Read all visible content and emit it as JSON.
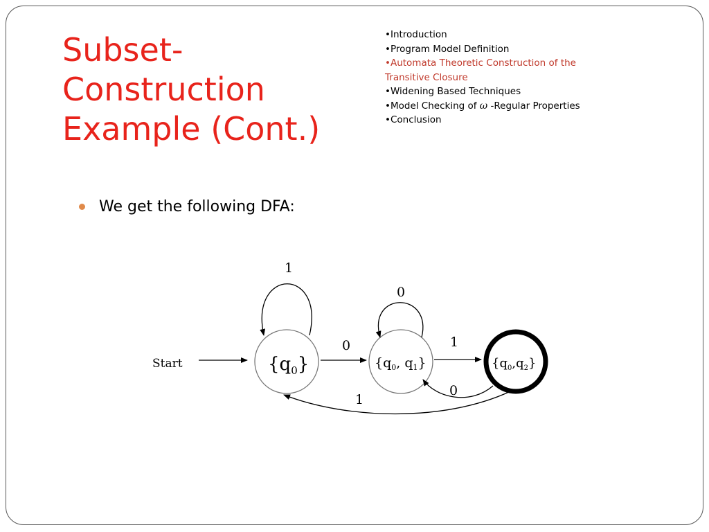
{
  "slide": {
    "title": "Subset-\nConstruction\nExample (Cont.)",
    "outline": [
      {
        "text": "•Introduction",
        "active": false
      },
      {
        "text": "•Program Model Definition",
        "active": false
      },
      {
        "text": "•Automata Theoretic Construction of the Transitive Closure",
        "active": true
      },
      {
        "text": "•Widening Based Techniques",
        "active": false
      },
      {
        "text": "•Model Checking of ",
        "omega": "ω",
        "suffix": " -Regular Properties",
        "active": false
      },
      {
        "text": "•Conclusion",
        "active": false
      }
    ],
    "bullet": "We get the following DFA:"
  },
  "colors": {
    "title": "#e8231b",
    "active_outline": "#c0392b",
    "bullet": "#e08a4a"
  },
  "dfa": {
    "start_label": "Start",
    "states": [
      {
        "base": "{q",
        "sub": "0",
        "close": "}",
        "accepting": false
      },
      {
        "base": "{q",
        "sub": "0",
        "sep": ", q",
        "sub2": "1",
        "close": "}",
        "accepting": false
      },
      {
        "base": "{q",
        "sub": "0",
        "sep": ",q",
        "sub2": "2",
        "close": "}",
        "accepting": true
      }
    ],
    "edges": {
      "self_q0": "1",
      "self_q01": "0",
      "q0_to_q01": "0",
      "q01_to_q02": "1",
      "q02_to_q01": "0",
      "q02_to_q0": "1"
    }
  }
}
